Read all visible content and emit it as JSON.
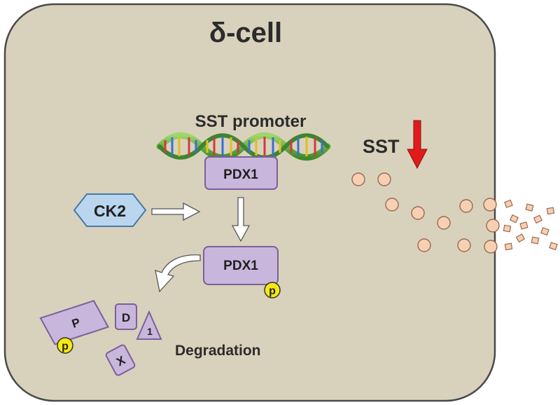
{
  "title": "δ-cell",
  "promoter_label": "SST promoter",
  "sst_label": "SST",
  "ck2_label": "CK2",
  "pdx1_top_label": "PDX1",
  "pdx1_bottom_label": "PDX1",
  "phospho_label": "p",
  "phospho_fragment_label": "p",
  "degradation_label": "Degradation",
  "fragments": {
    "p": "P",
    "d": "D",
    "one": "1",
    "x": "X"
  },
  "colors": {
    "cell_fill": "#d8d2bd",
    "cell_stroke": "#4a4a4a",
    "protein_fill": "#c9b6dc",
    "protein_stroke": "#7d5f9a",
    "ck2_fill": "#b9d6ee",
    "ck2_stroke": "#4a78a8",
    "phospho_fill": "#f5ea10",
    "granule_fill": "#f7cfb2",
    "granule_stroke": "#9b6a50",
    "sst_arrow": "#e11b1b"
  },
  "icons": [
    "dna-helix-icon",
    "red-down-arrow-icon",
    "white-arrow-icon",
    "curved-arrow-icon"
  ]
}
